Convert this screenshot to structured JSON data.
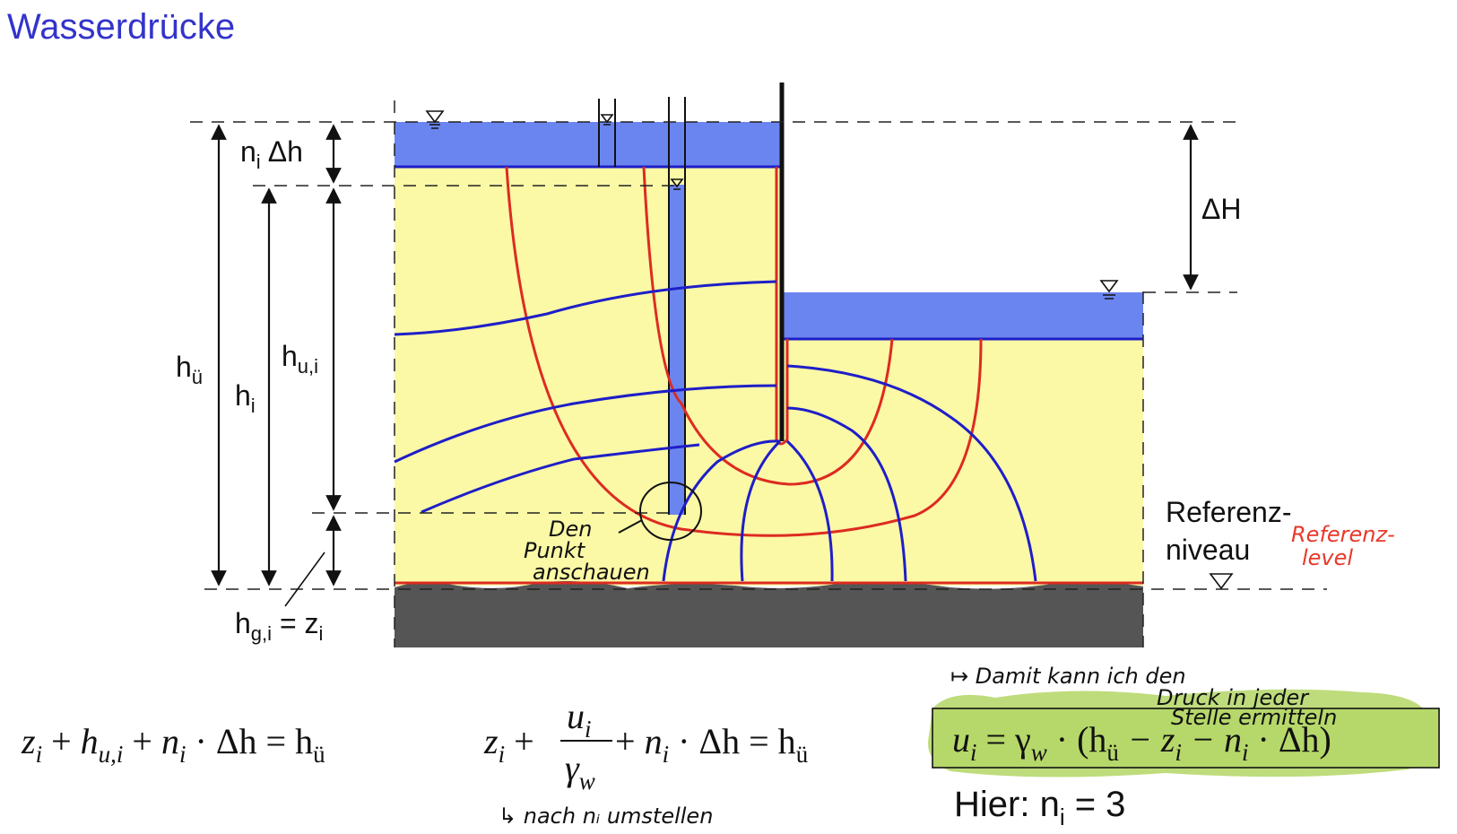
{
  "page": {
    "title": "Wasserdrücke"
  },
  "diagram": {
    "labels": {
      "ni": "n",
      "ni_sub": "i",
      "dh": "Δh",
      "hue": "h",
      "hue_sub": "ü",
      "hi": "h",
      "hi_sub": "i",
      "hui": "h",
      "hui_sub": "u,i",
      "hgi": "h",
      "hgi_sub": "g,i",
      "hgi_eq": " = z",
      "hgi_eq_sub": "i",
      "dH": "ΔH",
      "ref1": "Referenz-",
      "ref2": "niveau"
    },
    "handwritten": {
      "point1": "Den",
      "point2": "Punkt",
      "point3": "anschauen",
      "ref_red1": "Referenz-",
      "ref_red2": "level",
      "result1": "↦ Damit kann ich den",
      "result2": "Druck in jeder",
      "result3": "Stelle ermitteln",
      "solve": "↳ nach  nᵢ  umstellen"
    },
    "colors": {
      "water": "#6b85f0",
      "soil": "#fbf8a6",
      "rock": "#555555",
      "flowline": "#dd2b21",
      "equipotential": "#1e1ec8",
      "highlight": "#a8d050"
    }
  },
  "formulas": {
    "f1": {
      "z": "z",
      "z_sub": "i",
      "plus1": " + ",
      "h": "h",
      "h_sub": "u,i",
      "plus2": " + ",
      "n": "n",
      "n_sub": "i",
      "rest": " · Δh = h",
      "rest_sub": "ü"
    },
    "f2": {
      "z": "z",
      "z_sub": "i",
      "plus1": " + ",
      "num": "u",
      "num_sub": "i",
      "den": "γ",
      "den_sub": "w",
      "plus2": " + ",
      "n": "n",
      "n_sub": "i",
      "rest": " · Δh = h",
      "rest_sub": "ü"
    },
    "f3": {
      "u": "u",
      "u_sub": "i",
      "eq": " = γ",
      "g_sub": "w",
      "paren": " · (h",
      "h_sub": "ü",
      "minus1": " − z",
      "z_sub": "i",
      "minus2": " − n",
      "n_sub": "i",
      "tail": " · Δh)"
    },
    "hier": {
      "text": "Hier: n",
      "sub": "i",
      "val": " = 3"
    }
  }
}
